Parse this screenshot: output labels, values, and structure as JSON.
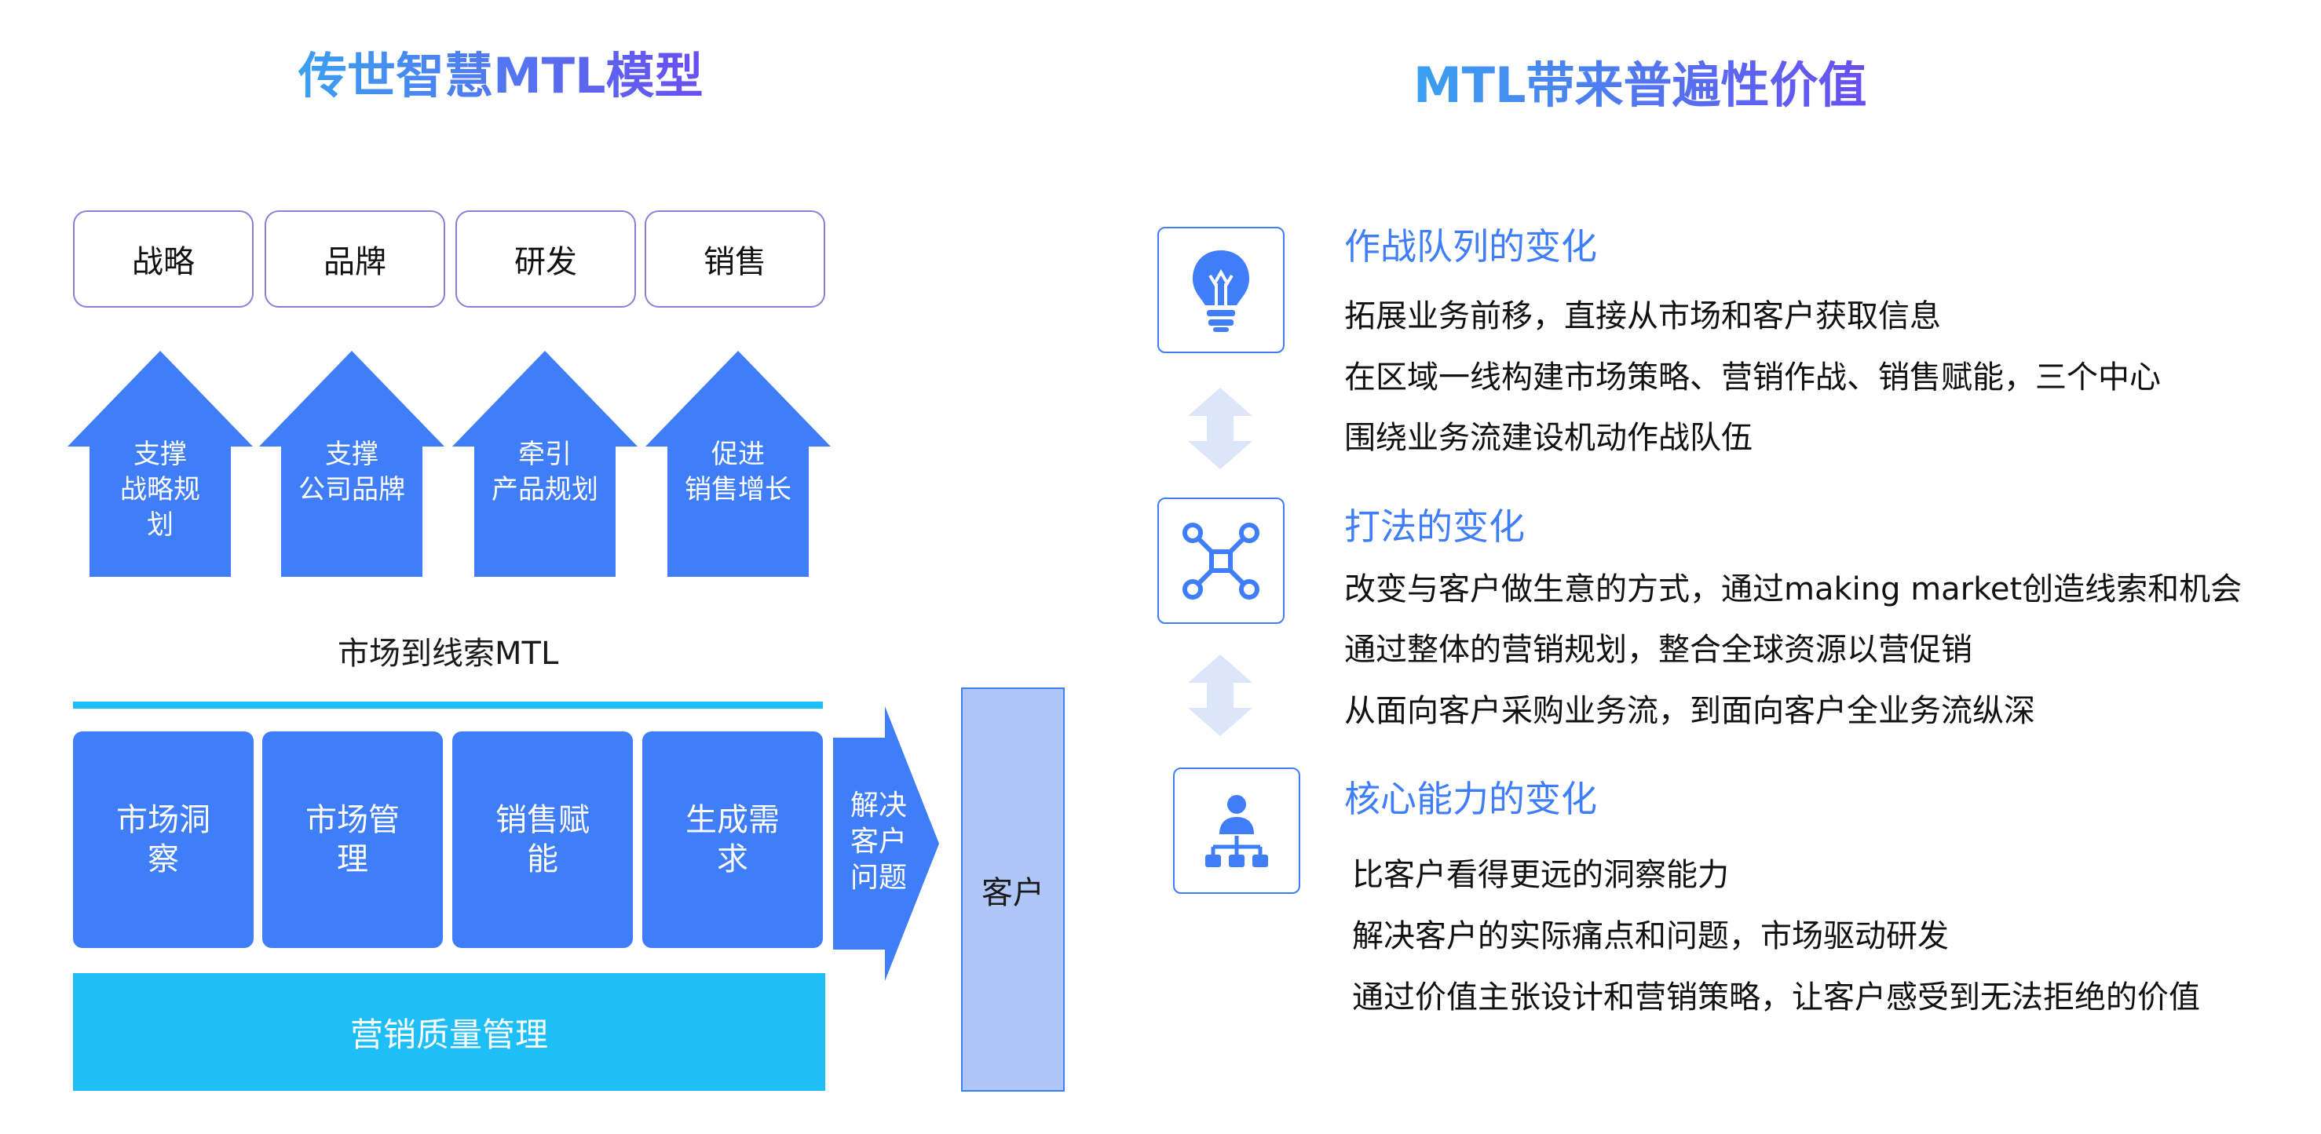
{
  "left_title": "传世智慧MTL模型",
  "right_title": "MTL带来普遍性价值",
  "top_boxes": [
    "战略",
    "品牌",
    "研发",
    "销售"
  ],
  "arrows": [
    [
      "支撑",
      "战略规",
      "划"
    ],
    [
      "支撑",
      "公司品牌"
    ],
    [
      "牵引",
      "产品规划"
    ],
    [
      "促进",
      "销售增长"
    ]
  ],
  "mtl_label": "市场到线索MTL",
  "process_cells": [
    [
      "市场洞",
      "察"
    ],
    [
      "市场管",
      "理"
    ],
    [
      "销售赋",
      "能"
    ],
    [
      "生成需",
      "求"
    ]
  ],
  "solve_arrow": [
    "解决",
    "客户",
    "问题"
  ],
  "customer": "客户",
  "quality_bar": "营销质量管理",
  "sections": [
    {
      "title": "作战队列的变化",
      "icon": "lightbulb-icon",
      "lines": [
        "拓展业务前移，直接从市场和客户获取信息",
        "在区域一线构建市场策略、营销作战、销售赋能，三个中心",
        "围绕业务流建设机动作战队伍"
      ]
    },
    {
      "title": "打法的变化",
      "icon": "network-icon",
      "lines": [
        "改变与客户做生意的方式，通过making market创造线索和机会",
        "通过整体的营销规划，整合全球资源以营促销",
        "从面向客户采购业务流，到面向客户全业务流纵深"
      ]
    },
    {
      "title": "核心能力的变化",
      "icon": "org-chart-icon",
      "lines": [
        "比客户看得更远的洞察能力",
        "解决客户的实际痛点和问题，市场驱动研发",
        "通过价值主张设计和营销策略，让客户感受到无法拒绝的价值"
      ]
    }
  ],
  "colors": {
    "primary": "#3f7ef8",
    "cyan": "#1ebef8",
    "customer_fill": "#b0c6f8",
    "box_border": "#8a7fd6"
  }
}
